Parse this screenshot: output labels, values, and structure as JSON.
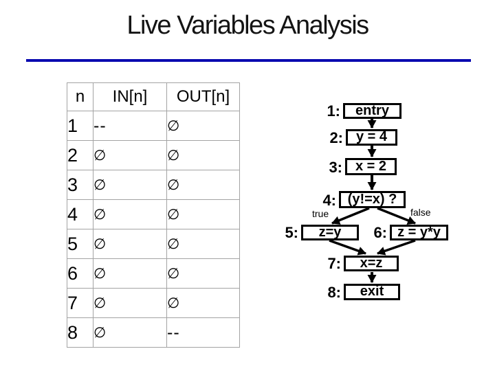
{
  "title": "Live Variables Analysis",
  "colors": {
    "accent_line": "#0a0ab0",
    "node_border": "#000000",
    "table_grid": "#a3a3a3"
  },
  "table": {
    "headers": [
      "n",
      "IN[n]",
      "OUT[n]"
    ],
    "rows": [
      {
        "n": "1",
        "in": "--",
        "out": "∅"
      },
      {
        "n": "2",
        "in": "∅",
        "out": "∅"
      },
      {
        "n": "3",
        "in": "∅",
        "out": "∅"
      },
      {
        "n": "4",
        "in": "∅",
        "out": "∅"
      },
      {
        "n": "5",
        "in": "∅",
        "out": "∅"
      },
      {
        "n": "6",
        "in": "∅",
        "out": "∅"
      },
      {
        "n": "7",
        "in": "∅",
        "out": "∅"
      },
      {
        "n": "8",
        "in": "∅",
        "out": "--"
      }
    ]
  },
  "flow": {
    "nodes": [
      {
        "id": "1:",
        "label": "entry"
      },
      {
        "id": "2:",
        "label": "y = 4"
      },
      {
        "id": "3:",
        "label": "x = 2"
      },
      {
        "id": "4:",
        "label": "(y!=x) ?"
      },
      {
        "id": "5:",
        "label": "z=y"
      },
      {
        "id": "6:",
        "label": "z = y*y"
      },
      {
        "id": "7:",
        "label": "x=z"
      },
      {
        "id": "8:",
        "label": "exit"
      }
    ],
    "true_label": "true",
    "false_label": "false"
  }
}
